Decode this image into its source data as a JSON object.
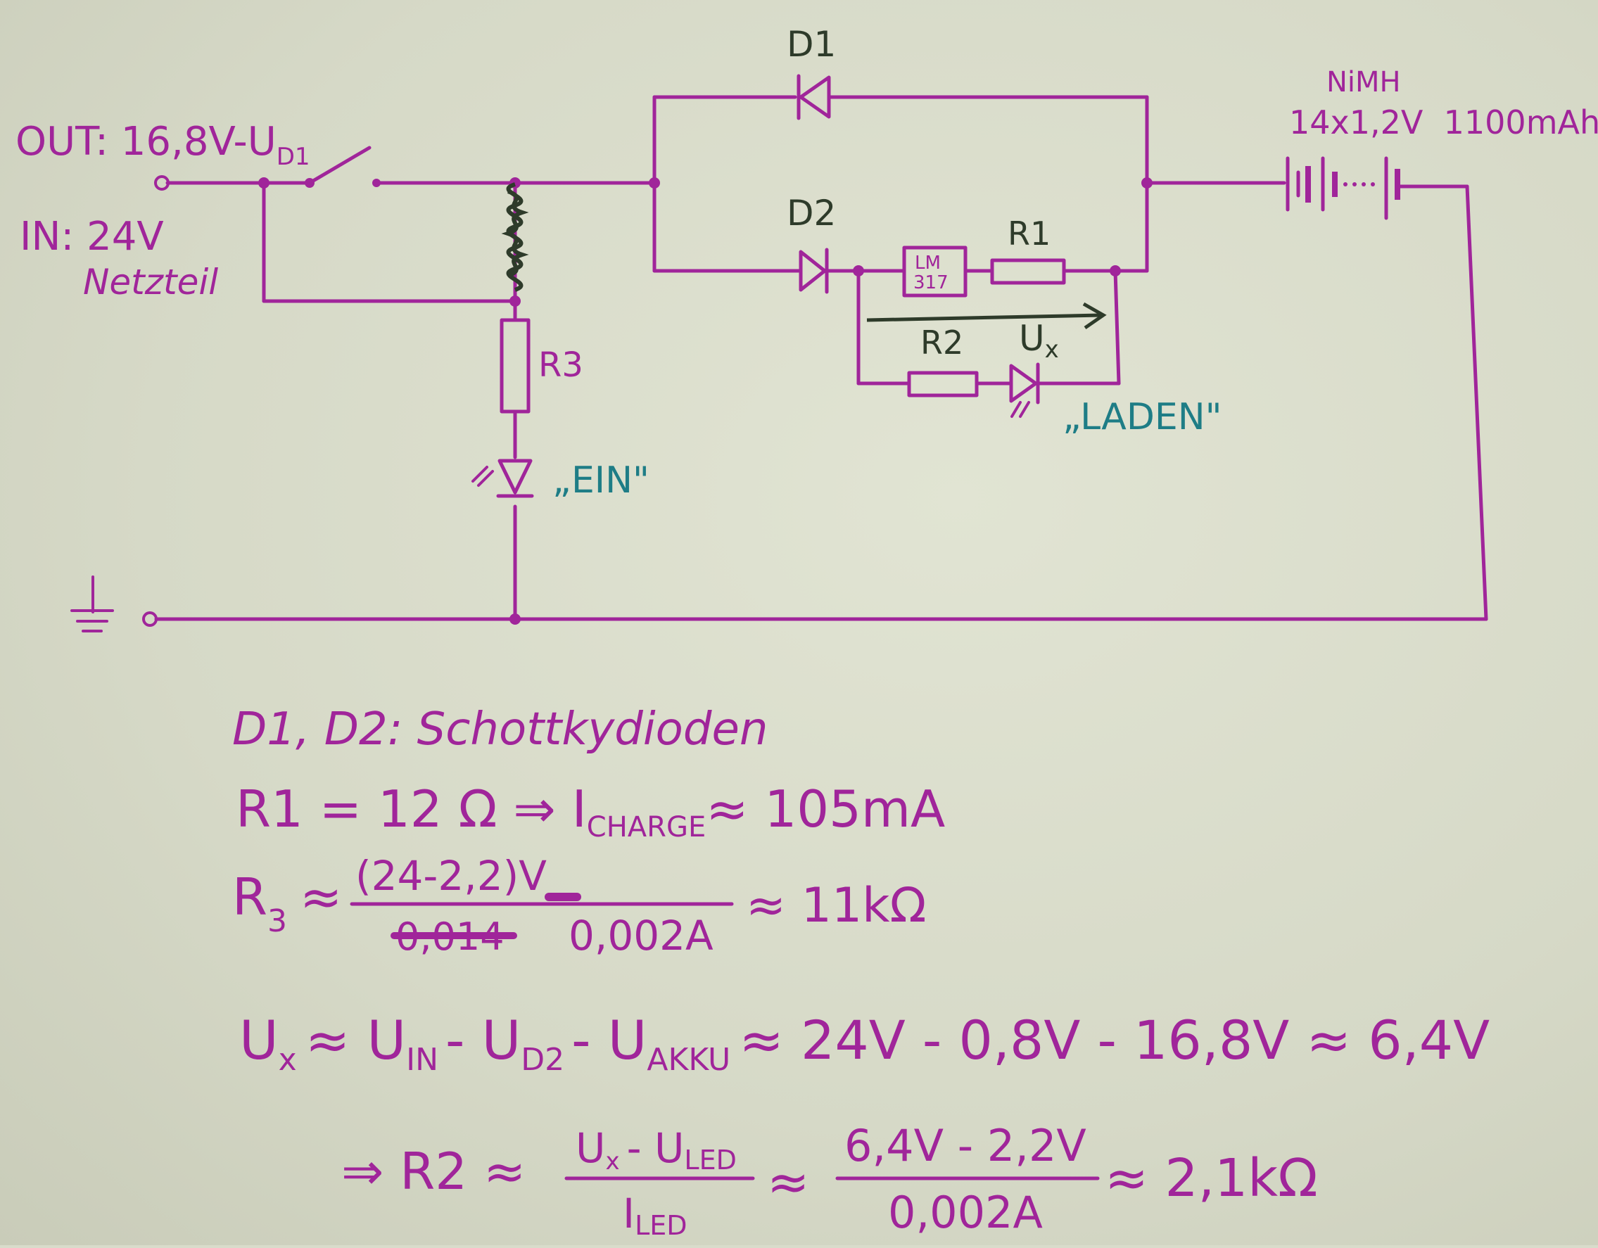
{
  "colors": {
    "ink": "#a0259a",
    "teal": "#1e7d86",
    "paper": "#dcdfcd",
    "pencil": "#2e3b2a"
  },
  "schematic": {
    "out_label": "OUT: 16,8V-U",
    "out_label_sub": "D1",
    "in_label": "IN: 24V",
    "netzteil_label": "Netzteil",
    "d1_label": "D1",
    "d2_label": "D2",
    "nimh_label": "NiMH",
    "battery_spec": "14x1,2V  1100mAh",
    "lm317_label_1": "LM",
    "lm317_label_2": "317",
    "r1_label": "R1",
    "r2_label": "R2",
    "r3_label": "R3",
    "ux_label": "U",
    "ux_sub": "x",
    "laden_label": "„LADEN\"",
    "ein_label": "„EIN\""
  },
  "notes": {
    "line1": "D1, D2: Schottkydioden",
    "line2_a": "R1 = 12 Ω ⇒ I",
    "line2_sub": "CHARGE",
    "line2_b": "≈ 105mA",
    "line3_lhs": "R",
    "line3_lhs_sub": "3",
    "line3_approx": "≈",
    "line3_num": "(24-2,2)V",
    "line3_den_struck": "0,014",
    "line3_den": "0,002A",
    "line3_result": "≈ 11kΩ",
    "line4_a": "U",
    "line4_a_sub": "x",
    "line4_b": "≈ U",
    "line4_b_sub": "IN",
    "line4_c": "- U",
    "line4_c_sub": "D2",
    "line4_d": "- U",
    "line4_d_sub": "AKKU",
    "line4_e": "≈ 24V - 0,8V - 16,8V ≈ 6,4V",
    "line5_pre": "⇒ R2 ≈",
    "line5_num1": "U",
    "line5_num1_sub": "x",
    "line5_num1_b": "- U",
    "line5_num1_sub2": "LED",
    "line5_den1": "I",
    "line5_den1_sub": "LED",
    "line5_approx": "≈",
    "line5_num2": "6,4V - 2,2V",
    "line5_den2": "0,002A",
    "line5_result": "≈ 2,1kΩ"
  }
}
